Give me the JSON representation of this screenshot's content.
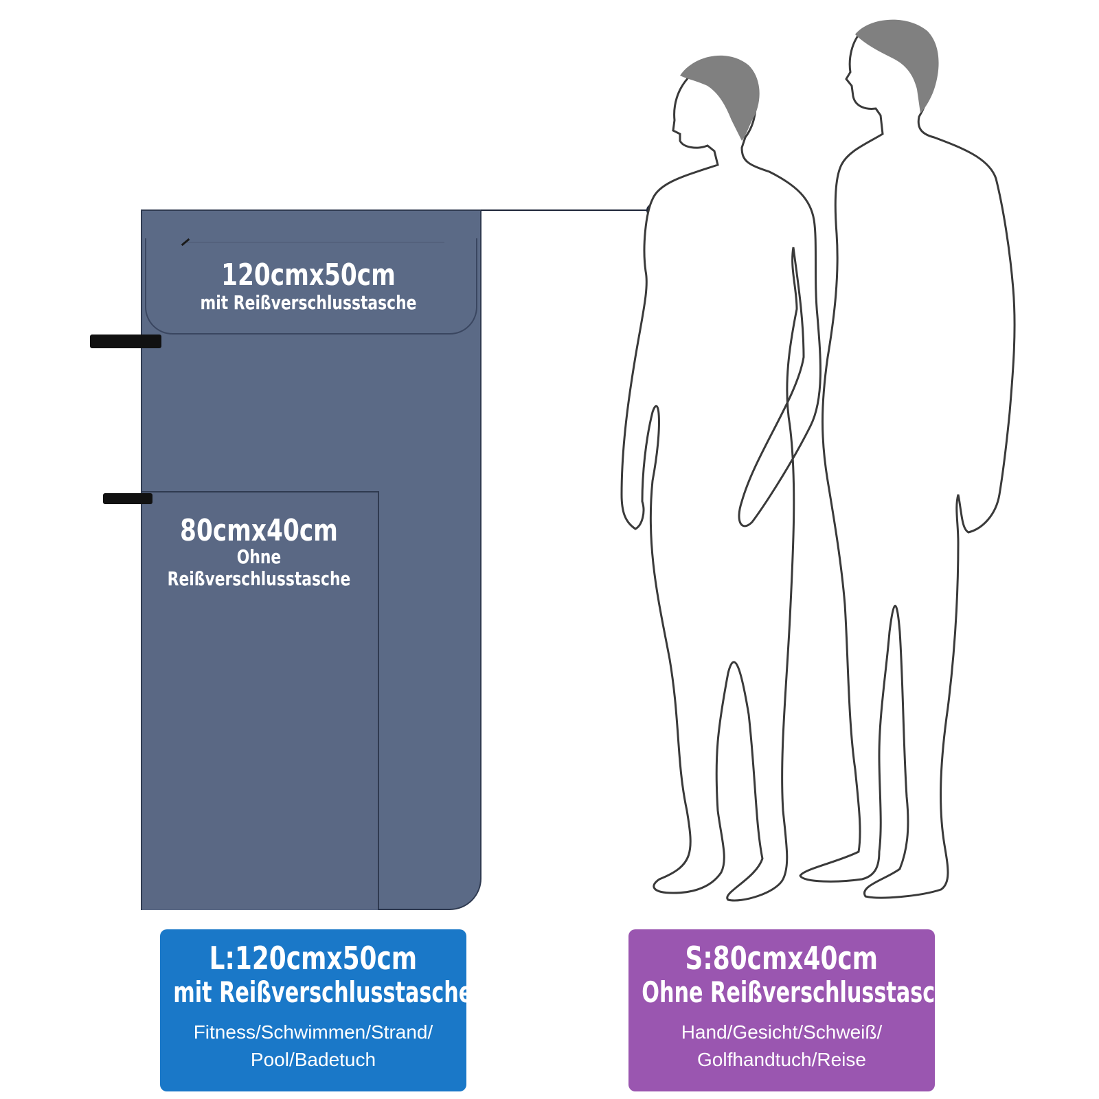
{
  "towel_large": {
    "size": "120cmx50cm",
    "feature": "mit Reißverschlusstasche"
  },
  "towel_small": {
    "size": "80cmx40cm",
    "feature": "Ohne Reißverschlusstasche"
  },
  "towel_color": "#5b6a86",
  "box_large": {
    "title": "L:120cmx50cm",
    "subtitle": "mit Reißverschlusstasche",
    "uses": "Fitness/Schwimmen/Strand/ Pool/Badetuch",
    "color": "#1a78c8"
  },
  "box_small": {
    "title": "S:80cmx40cm",
    "subtitle": "Ohne Reißverschlusstasche",
    "uses": "Hand/Gesicht/Schweiß/ Golfhandtuch/Reise",
    "color": "#9a56b0"
  },
  "icons": [
    "hanging-loop-icon",
    "zipper-pull-icon",
    "female-silhouette-icon",
    "male-silhouette-icon"
  ]
}
